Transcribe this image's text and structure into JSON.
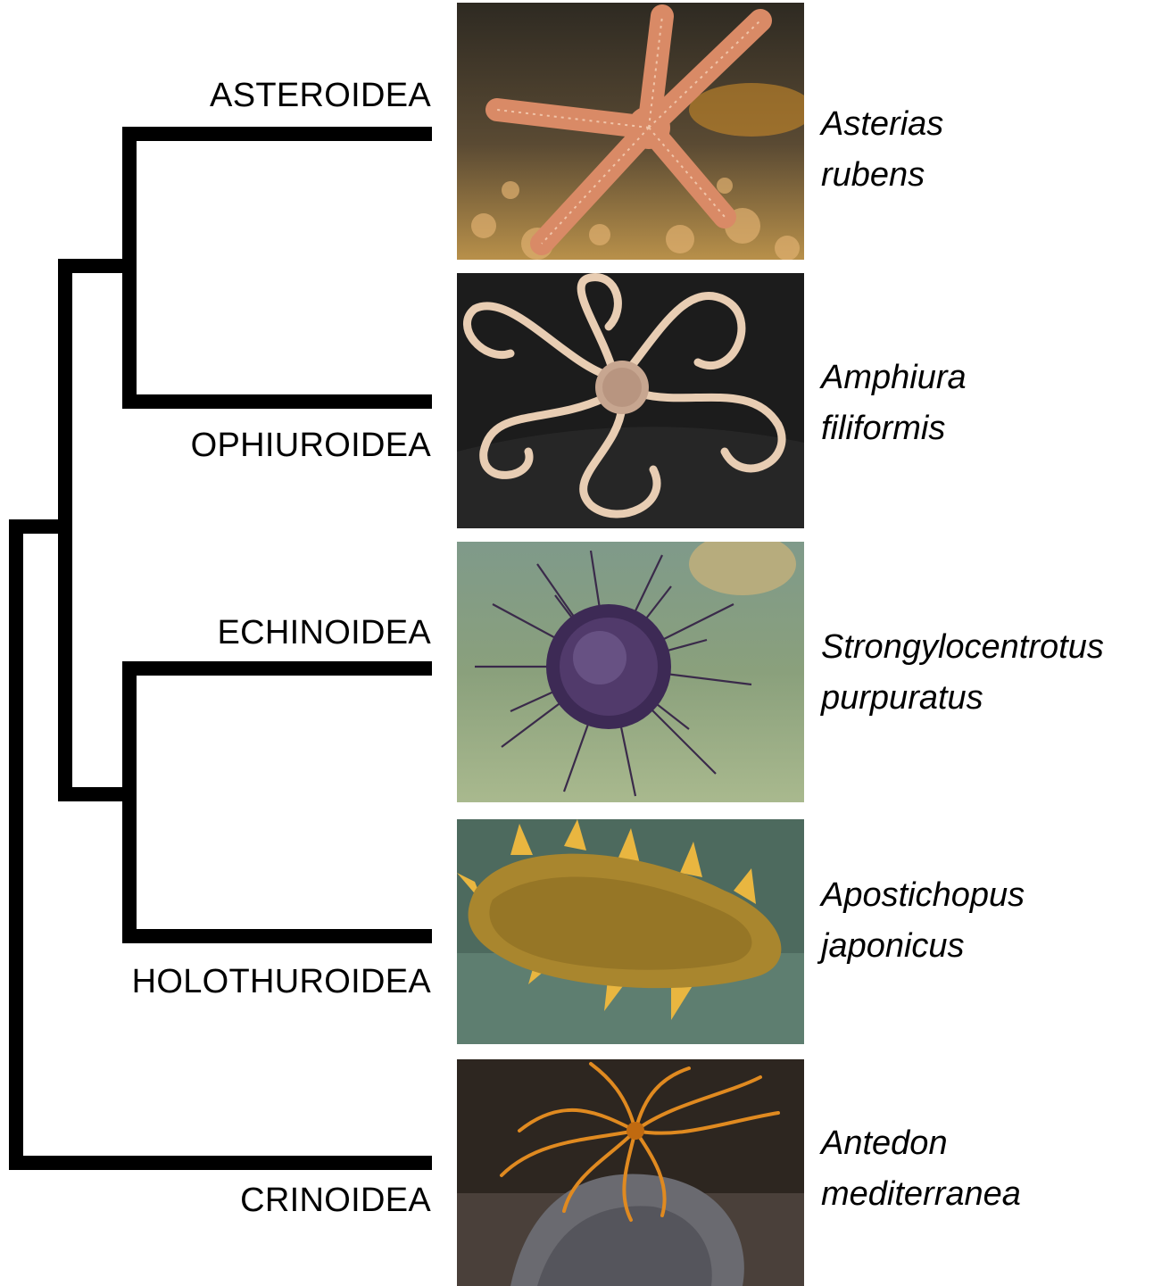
{
  "taxa": [
    {
      "class": "ASTEROIDEA",
      "genus": "Asterias",
      "species": "rubens",
      "photo_icon": "starfish-photo"
    },
    {
      "class": "OPHIUROIDEA",
      "genus": "Amphiura",
      "species": "filiformis",
      "photo_icon": "brittle-star-photo"
    },
    {
      "class": "ECHINOIDEA",
      "genus": "Strongylocentrotus",
      "species": "purpuratus",
      "photo_icon": "sea-urchin-photo"
    },
    {
      "class": "HOLOTHUROIDEA",
      "genus": "Apostichopus",
      "species": "japonicus",
      "photo_icon": "sea-cucumber-photo"
    },
    {
      "class": "CRINOIDEA",
      "genus": "Antedon",
      "species": "mediterranea",
      "photo_icon": "feather-star-photo"
    }
  ],
  "tree": {
    "topology": "(((ASTEROIDEA,OPHIUROIDEA),(ECHINOIDEA,HOLOTHUROIDEA)),CRINOIDEA)",
    "line_color": "#000000"
  }
}
